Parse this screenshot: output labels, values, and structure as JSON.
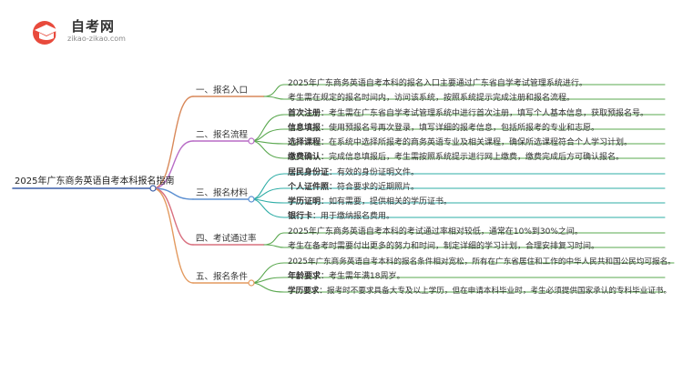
{
  "logo": {
    "title": "自考网",
    "subtitle": "zikao-zikao.com"
  },
  "colors": {
    "branch1": "#d9895a",
    "branch2": "#b86cc6",
    "branch3": "#5b8fd1",
    "branch4": "#d9707f",
    "branch5": "#e39a5f",
    "leaf_green": "#5aa84f",
    "leaf_teal": "#2eada6",
    "root_line": "#3b5fa8"
  },
  "diagram": {
    "root": "2025年广东商务英语自考本科报名指南",
    "branches": [
      {
        "label": "一、报名入口",
        "leaves": [
          {
            "bold": "",
            "text": "2025年广东商务英语自考本科的报名入口主要通过广东省自学考试管理系统进行。"
          },
          {
            "bold": "",
            "text": "考生需在规定的报名时间内，访问该系统，按照系统提示完成注册和报名流程。"
          }
        ]
      },
      {
        "label": "二、报名流程",
        "leaves": [
          {
            "bold": "首次注册",
            "text": "：考生需在广东省自学考试管理系统中进行首次注册，填写个人基本信息，获取预报名号。"
          },
          {
            "bold": "信息填报",
            "text": "：使用预报名号再次登录，填写详细的报考信息，包括所报考的专业和志愿。"
          },
          {
            "bold": "选择课程",
            "text": "：在系统中选择所报考的商务英语专业及相关课程，确保所选课程符合个人学习计划。"
          },
          {
            "bold": "缴费确认",
            "text": "：完成信息填报后，考生需按照系统提示进行网上缴费，缴费完成后方可确认报名。"
          }
        ]
      },
      {
        "label": "三、报名材料",
        "leaves": [
          {
            "bold": "居民身份证",
            "text": "：有效的身份证明文件。"
          },
          {
            "bold": "个人证件照",
            "text": "：符合要求的近期照片。"
          },
          {
            "bold": "学历证明",
            "text": "：如有需要，提供相关的学历证书。"
          },
          {
            "bold": "银行卡",
            "text": "：用于缴纳报名费用。"
          }
        ]
      },
      {
        "label": "四、考试通过率",
        "leaves": [
          {
            "bold": "",
            "text": "2025年广东商务英语自考本科的考试通过率相对较低，通常在10%到30%之间。"
          },
          {
            "bold": "",
            "text": "考生在备考时需要付出更多的努力和时间，制定详细的学习计划，合理安排复习时间。"
          }
        ]
      },
      {
        "label": "五、报名条件",
        "leaves": [
          {
            "bold": "",
            "text": "2025年广东商务英语自考本科的报名条件相对宽松，所有在广东省居住和工作的中华人民共和国公民均可报名。"
          },
          {
            "bold": "年龄要求",
            "text": "：考生需年满18周岁。"
          },
          {
            "bold": "学历要求",
            "text": "：报考时不要求具备大专及以上学历，但在申请本科毕业时，考生必须提供国家承认的专科毕业证书。"
          }
        ]
      }
    ]
  }
}
